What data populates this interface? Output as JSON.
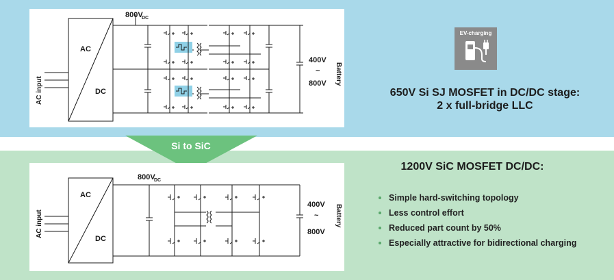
{
  "top": {
    "dc_voltage": "800V",
    "dc_sub": "DC",
    "ac_input_label": "AC input",
    "ac_label": "AC",
    "dc_label": "DC",
    "out_v_high": "400V",
    "out_tilde": "~",
    "out_v_low": "800V",
    "battery_label": "Battery",
    "badge_label": "EV-charging",
    "heading_line1": "650V Si SJ MOSFET in DC/DC stage:",
    "heading_line2": "2 x full-bridge LLC"
  },
  "transition": {
    "label": "Si to SiC"
  },
  "bottom": {
    "dc_voltage": "800V",
    "dc_sub": "DC",
    "ac_input_label": "AC input",
    "ac_label": "AC",
    "dc_label": "DC",
    "out_v_high": "400V",
    "out_tilde": "~",
    "out_v_low": "800V",
    "battery_label": "Battery",
    "heading": "1200V SiC MOSFET DC/DC:",
    "benefits": [
      "Simple hard-switching topology",
      "Less control effort",
      "Reduced part count by 50%",
      "Especially attractive for bidirectional charging"
    ]
  },
  "colors": {
    "top_band": "#a9d9ea",
    "bottom_band": "#bfe3c8",
    "arrow": "#6cc27e",
    "resonant_highlight": "#8fd0e6",
    "badge": "#8a8a8a",
    "bullet": "#5aa86c"
  }
}
